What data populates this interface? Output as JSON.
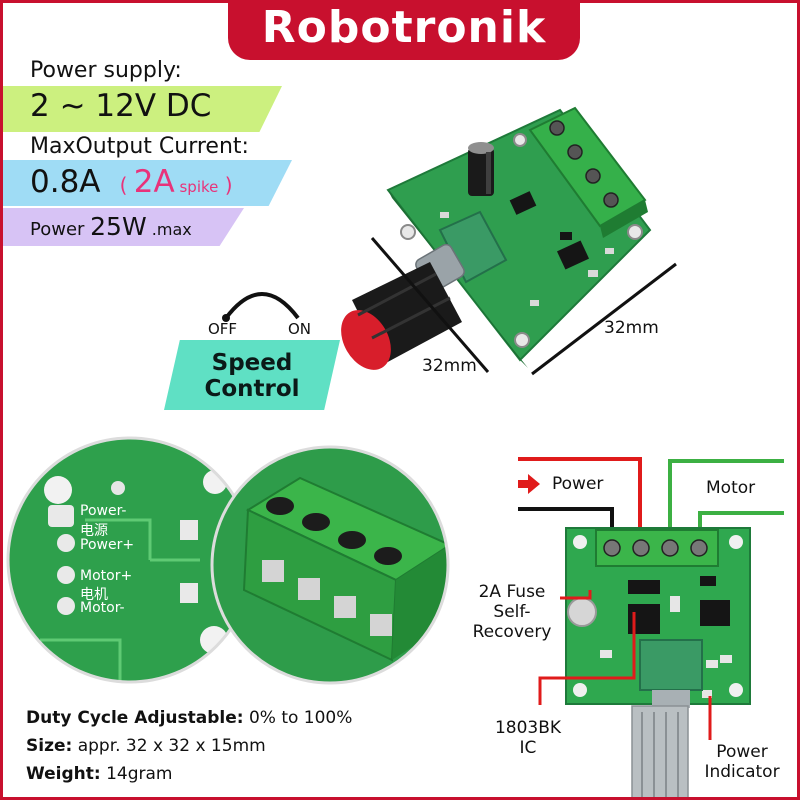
{
  "brand": {
    "name": "Robotronik",
    "color": "#c8102e"
  },
  "specs": {
    "power_supply_label": "Power supply:",
    "power_supply_value": "2 ~ 12V DC",
    "max_current_label": "MaxOutput Current:",
    "max_current_value": "0.8A",
    "spike_open": "( ",
    "spike_value": "2A",
    "spike_word": " spike",
    "spike_close": " )",
    "power_prefix": "Power ",
    "power_value": "25W",
    "power_suffix": " .max"
  },
  "switch": {
    "off": "OFF",
    "on": "ON",
    "line1": "Speed",
    "line2": "Control"
  },
  "dimensions": {
    "width": "32mm",
    "depth": "32mm"
  },
  "back_silk": {
    "power_minus": "Power-",
    "power_cn": "电源",
    "power_plus": "Power+",
    "motor_plus": "Motor+",
    "motor_cn": "电机",
    "motor_minus": "Motor-"
  },
  "callouts": {
    "power": "Power",
    "motor": "Motor",
    "fuse_1": "2A Fuse",
    "fuse_2": "Self-",
    "fuse_3": "Recovery",
    "ic_1": "1803BK",
    "ic_2": "IC",
    "indicator_1": "Power",
    "indicator_2": "Indicator"
  },
  "bottom_specs": {
    "duty_label": "Duty Cycle Adjustable:",
    "duty_value": " 0% to 100%",
    "size_label": "Size:",
    "size_value": " appr. 32 x 32 x 15mm",
    "weight_label": "Weight:",
    "weight_value": " 14gram"
  },
  "colors": {
    "pcb_green": "#2fa84f",
    "terminal_green": "#3bb54a",
    "knob_red": "#d81e2b",
    "wire_red": "#e01b1b",
    "wire_green": "#3cb043"
  }
}
